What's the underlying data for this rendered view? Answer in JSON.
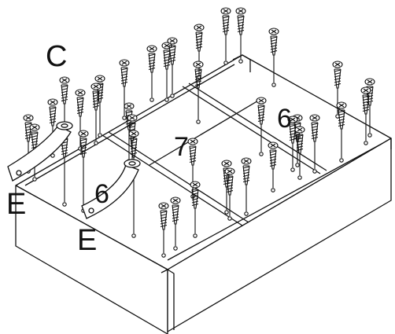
{
  "diagram": {
    "labels": {
      "c": "C",
      "e_left": "E",
      "e_bottom": "E",
      "six_left": "6",
      "six_right": "6",
      "seven": "7"
    },
    "colors": {
      "line": "#111111",
      "fill": "#ffffff"
    },
    "screw_count": 38,
    "strap_count": 2
  }
}
